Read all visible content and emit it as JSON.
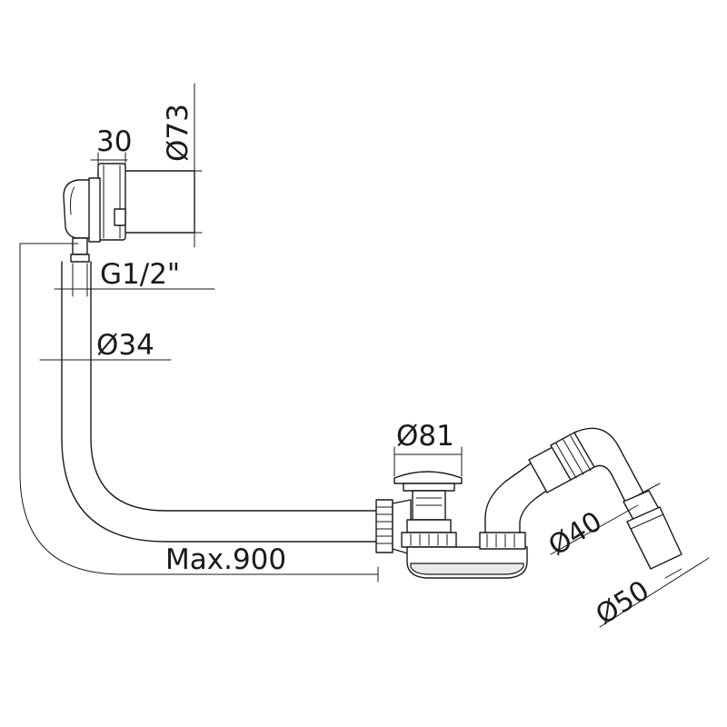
{
  "labels": {
    "width_30": "30",
    "dia_73": "Ø73",
    "thread": "G1/2\"",
    "dia_34": "Ø34",
    "dia_81": "Ø81",
    "dia_40": "Ø40",
    "dia_50": "Ø50",
    "max_length": "Max.900"
  }
}
